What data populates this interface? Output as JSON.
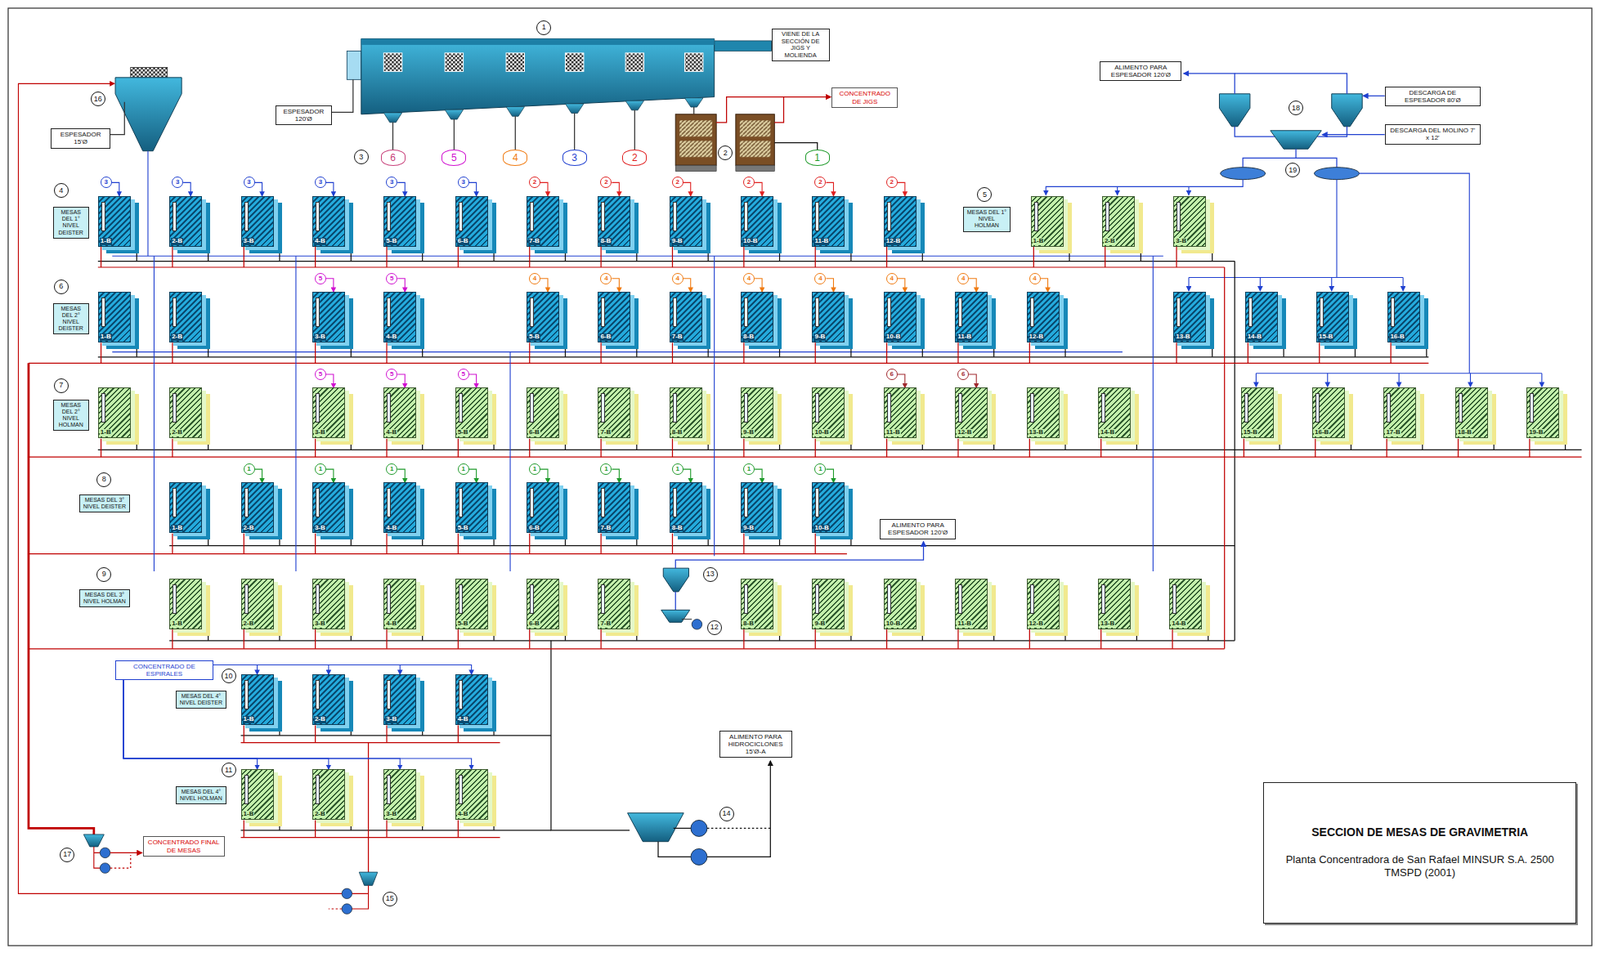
{
  "diagram": {
    "nodes": [
      {
        "text": [
          "1"
        ]
      },
      {
        "text": [
          "VIENE DE LA SECCIÓN DE JIGS Y MOLIENDA"
        ]
      },
      {
        "text": [
          "ALIMENTO PARA ESPESADOR 120'Ø"
        ]
      },
      {
        "text": [
          "DESCARGA DE ESPESADOR 80'Ø"
        ]
      },
      {
        "text": [
          "16"
        ]
      },
      {
        "text": [
          "CONCENTRADO DE JIGS"
        ]
      },
      {
        "text": [
          "ESPESADOR 120'Ø"
        ]
      },
      {
        "text": [
          "18"
        ]
      },
      {
        "text": [
          "DESCARGA DEL MOLINO 7' x 12'"
        ]
      },
      {
        "text": [
          "ESPESADOR 15'Ø"
        ]
      },
      {
        "text": [
          "3"
        ]
      },
      {
        "text": [
          "6"
        ]
      },
      {
        "text": [
          "5"
        ]
      },
      {
        "text": [
          "4"
        ]
      },
      {
        "text": [
          "3"
        ]
      },
      {
        "text": [
          "2"
        ]
      },
      {
        "text": [
          "2"
        ]
      },
      {
        "text": [
          "1"
        ]
      },
      {
        "text": [
          "19"
        ]
      },
      {
        "text": [
          "4"
        ]
      },
      {
        "text": [
          "MESAS DEL 1° NIVEL DEISTER"
        ]
      },
      {
        "text": [
          "5"
        ]
      },
      {
        "text": [
          "MESAS DEL 1° NIVEL HOLMAN"
        ]
      },
      {
        "text": [
          "3"
        ]
      },
      {
        "text": [
          "3"
        ]
      },
      {
        "text": [
          "3"
        ]
      },
      {
        "text": [
          "3"
        ]
      },
      {
        "text": [
          "3"
        ]
      },
      {
        "text": [
          "3"
        ]
      },
      {
        "text": [
          "2"
        ]
      },
      {
        "text": [
          "2"
        ]
      },
      {
        "text": [
          "2"
        ]
      },
      {
        "text": [
          "2"
        ]
      },
      {
        "text": [
          "2"
        ]
      },
      {
        "text": [
          "2"
        ]
      },
      {
        "text": [
          "1-B"
        ]
      },
      {
        "text": [
          "2-B"
        ]
      },
      {
        "text": [
          "3-B"
        ]
      },
      {
        "text": [
          "4-B"
        ]
      },
      {
        "text": [
          "5-B"
        ]
      },
      {
        "text": [
          "6-B"
        ]
      },
      {
        "text": [
          "7-B"
        ]
      },
      {
        "text": [
          "8-B"
        ]
      },
      {
        "text": [
          "9-B"
        ]
      },
      {
        "text": [
          "10-B"
        ]
      },
      {
        "text": [
          "11-B"
        ]
      },
      {
        "text": [
          "12-B"
        ]
      },
      {
        "text": [
          "1-B"
        ]
      },
      {
        "text": [
          "2-B"
        ]
      },
      {
        "text": [
          "3-B"
        ]
      },
      {
        "text": [
          "6"
        ]
      },
      {
        "text": [
          "MESAS DEL 2° NIVEL DEISTER"
        ]
      },
      {
        "text": [
          "5"
        ]
      },
      {
        "text": [
          "5"
        ]
      },
      {
        "text": [
          "4"
        ]
      },
      {
        "text": [
          "4"
        ]
      },
      {
        "text": [
          "4"
        ]
      },
      {
        "text": [
          "4"
        ]
      },
      {
        "text": [
          "4"
        ]
      },
      {
        "text": [
          "4"
        ]
      },
      {
        "text": [
          "4"
        ]
      },
      {
        "text": [
          "4"
        ]
      },
      {
        "text": [
          "1-B"
        ]
      },
      {
        "text": [
          "2-B"
        ]
      },
      {
        "text": [
          "3-B"
        ]
      },
      {
        "text": [
          "4-B"
        ]
      },
      {
        "text": [
          "5-B"
        ]
      },
      {
        "text": [
          "6-B"
        ]
      },
      {
        "text": [
          "7-B"
        ]
      },
      {
        "text": [
          "8-B"
        ]
      },
      {
        "text": [
          "9-B"
        ]
      },
      {
        "text": [
          "10-B"
        ]
      },
      {
        "text": [
          "11-B"
        ]
      },
      {
        "text": [
          "12-B"
        ]
      },
      {
        "text": [
          "13-B"
        ]
      },
      {
        "text": [
          "14-B"
        ]
      },
      {
        "text": [
          "15-B"
        ]
      },
      {
        "text": [
          "16-B"
        ]
      },
      {
        "text": [
          "7"
        ]
      },
      {
        "text": [
          "MESAS DEL 2° NIVEL HOLMAN"
        ]
      },
      {
        "text": [
          "5"
        ]
      },
      {
        "text": [
          "5"
        ]
      },
      {
        "text": [
          "5"
        ]
      },
      {
        "text": [
          "6"
        ]
      },
      {
        "text": [
          "6"
        ]
      },
      {
        "text": [
          "1-B"
        ]
      },
      {
        "text": [
          "2-B"
        ]
      },
      {
        "text": [
          "3-B"
        ]
      },
      {
        "text": [
          "4-B"
        ]
      },
      {
        "text": [
          "5-B"
        ]
      },
      {
        "text": [
          "6-B"
        ]
      },
      {
        "text": [
          "7-B"
        ]
      },
      {
        "text": [
          "8-B"
        ]
      },
      {
        "text": [
          "9-B"
        ]
      },
      {
        "text": [
          "10-B"
        ]
      },
      {
        "text": [
          "11-B"
        ]
      },
      {
        "text": [
          "12-B"
        ]
      },
      {
        "text": [
          "13-B"
        ]
      },
      {
        "text": [
          "14-B"
        ]
      },
      {
        "text": [
          "15-B"
        ]
      },
      {
        "text": [
          "16-B"
        ]
      },
      {
        "text": [
          "17-B"
        ]
      },
      {
        "text": [
          "18-B"
        ]
      },
      {
        "text": [
          "19-B"
        ]
      },
      {
        "text": [
          "8"
        ]
      },
      {
        "text": [
          "MESAS DEL 3° NIVEL DEISTER"
        ]
      },
      {
        "text": [
          "ALIMENTO PARA ESPESADOR 120'Ø"
        ]
      },
      {
        "text": [
          "1"
        ]
      },
      {
        "text": [
          "1"
        ]
      },
      {
        "text": [
          "1"
        ]
      },
      {
        "text": [
          "1"
        ]
      },
      {
        "text": [
          "1"
        ]
      },
      {
        "text": [
          "1"
        ]
      },
      {
        "text": [
          "1"
        ]
      },
      {
        "text": [
          "1"
        ]
      },
      {
        "text": [
          "1"
        ]
      },
      {
        "text": [
          "1-B"
        ]
      },
      {
        "text": [
          "2-B"
        ]
      },
      {
        "text": [
          "3-B"
        ]
      },
      {
        "text": [
          "4-B"
        ]
      },
      {
        "text": [
          "5-B"
        ]
      },
      {
        "text": [
          "6-B"
        ]
      },
      {
        "text": [
          "7-B"
        ]
      },
      {
        "text": [
          "8-B"
        ]
      },
      {
        "text": [
          "9-B"
        ]
      },
      {
        "text": [
          "10-B"
        ]
      },
      {
        "text": [
          "9"
        ]
      },
      {
        "text": [
          "MESAS DEL 3° NIVEL HOLMAN"
        ]
      },
      {
        "text": [
          "13"
        ]
      },
      {
        "text": [
          "12"
        ]
      },
      {
        "text": [
          "1-B"
        ]
      },
      {
        "text": [
          "2-B"
        ]
      },
      {
        "text": [
          "3-B"
        ]
      },
      {
        "text": [
          "4-B"
        ]
      },
      {
        "text": [
          "5-B"
        ]
      },
      {
        "text": [
          "6-B"
        ]
      },
      {
        "text": [
          "7-B"
        ]
      },
      {
        "text": [
          "8-B"
        ]
      },
      {
        "text": [
          "9-B"
        ]
      },
      {
        "text": [
          "10-B"
        ]
      },
      {
        "text": [
          "11-B"
        ]
      },
      {
        "text": [
          "12-B"
        ]
      },
      {
        "text": [
          "13-B"
        ]
      },
      {
        "text": [
          "14-B"
        ]
      },
      {
        "text": [
          "CONCENTRADO DE ESPIRALES"
        ]
      },
      {
        "text": [
          "10"
        ]
      },
      {
        "text": [
          "MESAS DEL 4° NIVEL DEISTER"
        ]
      },
      {
        "text": [
          "1-B"
        ]
      },
      {
        "text": [
          "2-B"
        ]
      },
      {
        "text": [
          "3-B"
        ]
      },
      {
        "text": [
          "4-B"
        ]
      },
      {
        "text": [
          "ALIMENTO PARA HIDROCICLONES 15'Ø-A"
        ]
      },
      {
        "text": [
          "11"
        ]
      },
      {
        "text": [
          "MESAS DEL 4° NIVEL HOLMAN"
        ]
      },
      {
        "text": [
          "1-B"
        ]
      },
      {
        "text": [
          "2-B"
        ]
      },
      {
        "text": [
          "3-B"
        ]
      },
      {
        "text": [
          "4-B"
        ]
      },
      {
        "text": [
          "14"
        ]
      },
      {
        "text": [
          "17"
        ]
      },
      {
        "text": [
          "CONCENTRADO FINAL DE MESAS"
        ]
      },
      {
        "text": [
          "15"
        ]
      },
      {
        "text": [
          "SECCION DE MESAS DE GRAVIMETRIA",
          "Planta Concentradora de San Rafael MINSUR S.A. 2500 TMSPD (2001)"
        ]
      }
    ],
    "edges": [
      {
        "from": 23,
        "to": 35,
        "arrow": "to"
      },
      {
        "from": 24,
        "to": 36,
        "arrow": "to"
      },
      {
        "from": 25,
        "to": 37,
        "arrow": "to"
      },
      {
        "from": 26,
        "to": 38,
        "arrow": "to"
      },
      {
        "from": 27,
        "to": 39,
        "arrow": "to"
      },
      {
        "from": 28,
        "to": 40,
        "arrow": "to"
      },
      {
        "from": 29,
        "to": 41,
        "arrow": "to"
      },
      {
        "from": 30,
        "to": 42,
        "arrow": "to"
      },
      {
        "from": 31,
        "to": 43,
        "arrow": "to"
      },
      {
        "from": 32,
        "to": 44,
        "arrow": "to"
      },
      {
        "from": 33,
        "to": 45,
        "arrow": "to"
      },
      {
        "from": 34,
        "to": 46,
        "arrow": "to"
      },
      {
        "from": 52,
        "to": 64,
        "arrow": "to"
      },
      {
        "from": 53,
        "to": 65,
        "arrow": "to"
      },
      {
        "from": 54,
        "to": 66,
        "arrow": "to"
      },
      {
        "from": 55,
        "to": 67,
        "arrow": "to"
      },
      {
        "from": 56,
        "to": 68,
        "arrow": "to"
      },
      {
        "from": 57,
        "to": 69,
        "arrow": "to"
      },
      {
        "from": 58,
        "to": 70,
        "arrow": "to"
      },
      {
        "from": 59,
        "to": 71,
        "arrow": "to"
      },
      {
        "from": 60,
        "to": 72,
        "arrow": "to"
      },
      {
        "from": 61,
        "to": 73,
        "arrow": "to"
      },
      {
        "from": 80,
        "to": 87,
        "arrow": "to"
      },
      {
        "from": 81,
        "to": 88,
        "arrow": "to"
      },
      {
        "from": 82,
        "to": 89,
        "arrow": "to"
      },
      {
        "from": 83,
        "to": 95,
        "arrow": "to"
      },
      {
        "from": 84,
        "to": 96,
        "arrow": "to"
      },
      {
        "from": 107,
        "to": 117,
        "arrow": "to"
      },
      {
        "from": 108,
        "to": 118,
        "arrow": "to"
      },
      {
        "from": 109,
        "to": 119,
        "arrow": "to"
      },
      {
        "from": 110,
        "to": 120,
        "arrow": "to"
      },
      {
        "from": 111,
        "to": 121,
        "arrow": "to"
      },
      {
        "from": 112,
        "to": 122,
        "arrow": "to"
      },
      {
        "from": 113,
        "to": 123,
        "arrow": "to"
      },
      {
        "from": 114,
        "to": 124,
        "arrow": "to"
      },
      {
        "from": 115,
        "to": 125,
        "arrow": "to"
      },
      {
        "from": 144,
        "to": 147,
        "arrow": "to"
      },
      {
        "from": 144,
        "to": 148,
        "arrow": "to"
      },
      {
        "from": 144,
        "to": 149,
        "arrow": "to"
      },
      {
        "from": 144,
        "to": 150,
        "arrow": "to"
      },
      {
        "from": 144,
        "to": 154,
        "arrow": "to"
      },
      {
        "from": 144,
        "to": 155,
        "arrow": "to"
      },
      {
        "from": 144,
        "to": 156,
        "arrow": "to"
      },
      {
        "from": 144,
        "to": 157,
        "arrow": "to"
      }
    ]
  }
}
